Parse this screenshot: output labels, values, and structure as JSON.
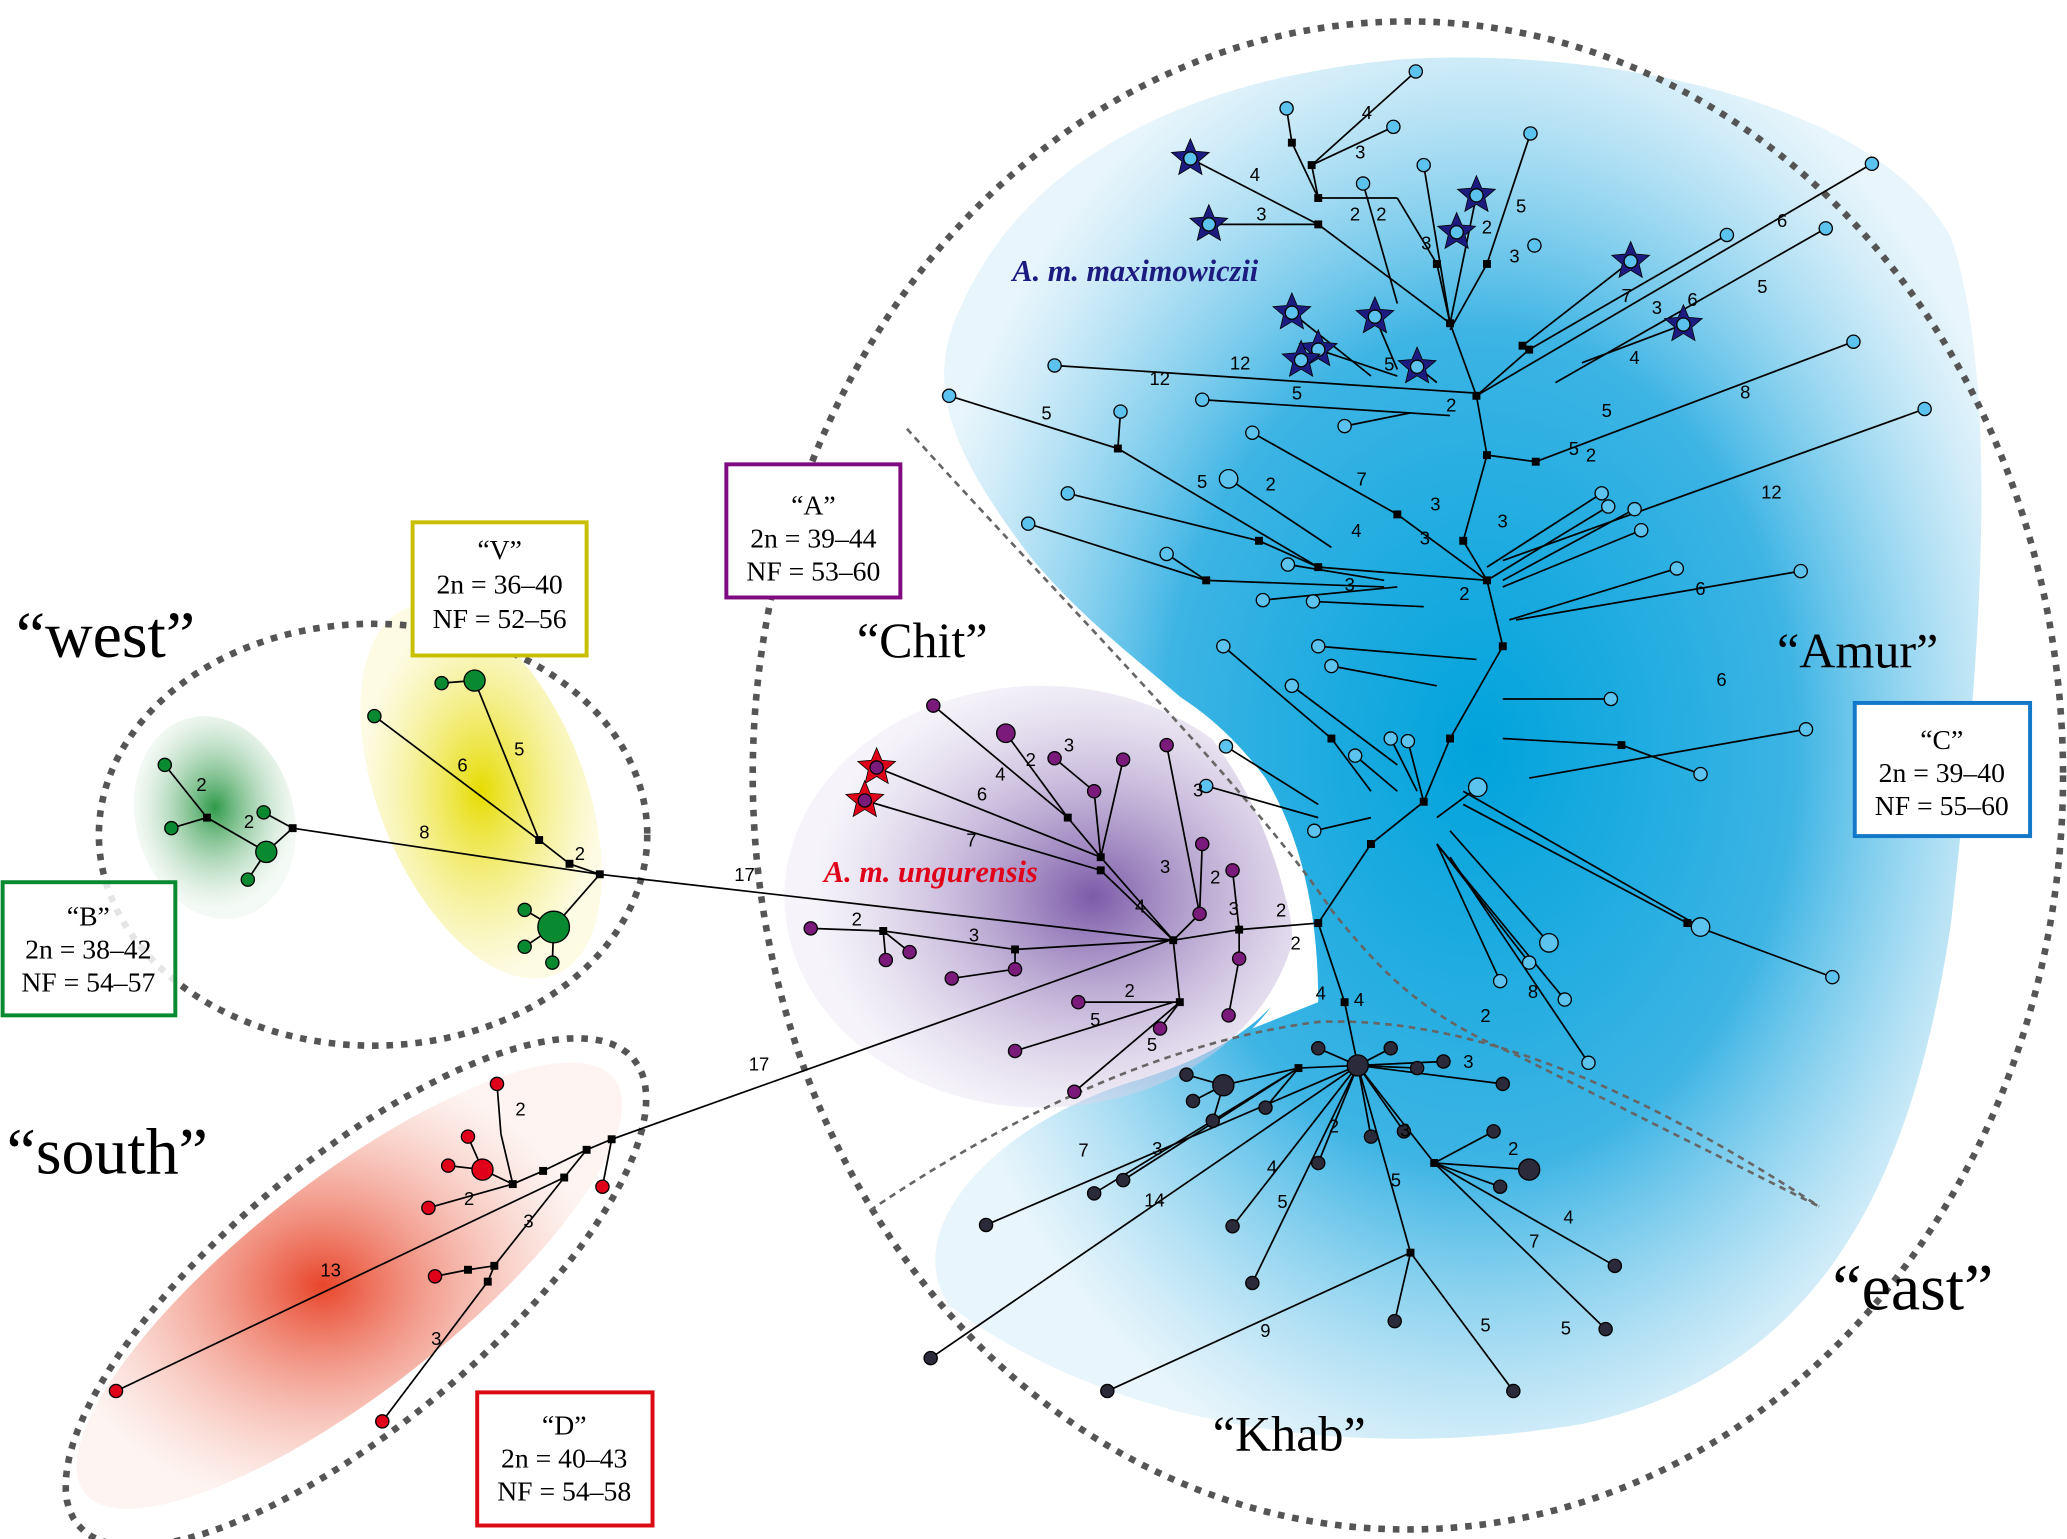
{
  "colors": {
    "amur_blue": "#00a3dc",
    "chit_purple": "#7c5aa8",
    "west_green": "#2f9a4a",
    "v_yellow": "#e6dc00",
    "south_red": "#e8452a",
    "box_v": "#c8bf00",
    "box_a": "#800a80",
    "box_b": "#0a8a30",
    "box_c": "#1478c8",
    "box_d": "#dc0a14",
    "maximowiczii_label": "#1c1c80",
    "ungurensis_label": "#e0001a"
  },
  "regions": {
    "west": "“west”",
    "south": "“south”",
    "east": "“east”",
    "chit": "“Chit”",
    "amur": "“Amur”",
    "khab": "“Khab”"
  },
  "taxa": {
    "maximowiczii": "A. m. maximowiczii",
    "ungurensis": "A. m. ungurensis"
  },
  "karyotype_boxes": {
    "V": {
      "name": "“V”",
      "two_n": "2n = 36–40",
      "nf": "NF = 52–56"
    },
    "A": {
      "name": "“A”",
      "two_n": "2n = 39–44",
      "nf": "NF = 53–60"
    },
    "B": {
      "name": "“B”",
      "two_n": "2n = 38–42",
      "nf": "NF = 54–57"
    },
    "C": {
      "name": "“C”",
      "two_n": "2n = 39–40",
      "nf": "NF = 55–60"
    },
    "D": {
      "name": "“D”",
      "two_n": "2n = 40–43",
      "nf": "NF = 54–58"
    }
  },
  "edge_weights": [
    "2",
    "2",
    "8",
    "6",
    "5",
    "2",
    "17",
    "17",
    "13",
    "2",
    "2",
    "3",
    "3",
    "7",
    "4",
    "2",
    "3",
    "3",
    "6",
    "2",
    "3",
    "2",
    "3",
    "5",
    "5",
    "4",
    "3",
    "2",
    "2",
    "2",
    "4",
    "3",
    "4",
    "3",
    "2",
    "2",
    "5",
    "3",
    "2",
    "3",
    "6",
    "7",
    "3",
    "5",
    "6",
    "5",
    "12",
    "5",
    "8",
    "5",
    "12",
    "6",
    "4",
    "5",
    "12",
    "5",
    "7",
    "5",
    "5",
    "3",
    "3",
    "3",
    "6",
    "2",
    "2",
    "2",
    "2",
    "3",
    "4",
    "8",
    "2",
    "7",
    "3",
    "14",
    "4",
    "5",
    "2",
    "3",
    "5",
    "3",
    "2",
    "4",
    "7",
    "9",
    "5",
    "4",
    "4"
  ]
}
